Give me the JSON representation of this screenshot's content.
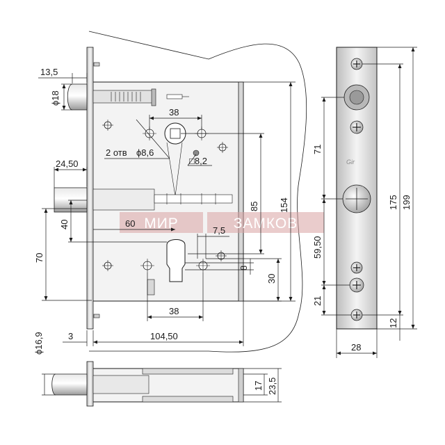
{
  "dimensions": {
    "d_13_5": "13,5",
    "d_phi18": "ϕ18",
    "d_38_top": "38",
    "d_2otv": "2 отв",
    "d_phi8_6": "ϕ8,6",
    "d_sq8_2": "□8,2",
    "d_24_50": "24,50",
    "d_85": "85",
    "d_154": "154",
    "d_60": "60",
    "d_40": "40",
    "d_7_5": "7,5",
    "d_70": "70",
    "d_8": "8",
    "d_30": "30",
    "d_38_bottom": "38",
    "d_3": "3",
    "d_104_50": "104,50",
    "d_phi16_9": "ϕ16,9",
    "d_17": "17",
    "d_23_5": "23,5",
    "d_71": "71",
    "d_59_50": "59,50",
    "d_21": "21",
    "d_175": "175",
    "d_199": "199",
    "d_12": "12",
    "d_28": "28"
  },
  "watermark": {
    "left": "МИР",
    "right": "ЗАМКОВ"
  },
  "faceplate_logo": "Gir",
  "colors": {
    "line": "#1a1a1a",
    "plate": "#f2f2f2",
    "steel": "#cfcfcf",
    "watermark": "#d9a3a3"
  }
}
